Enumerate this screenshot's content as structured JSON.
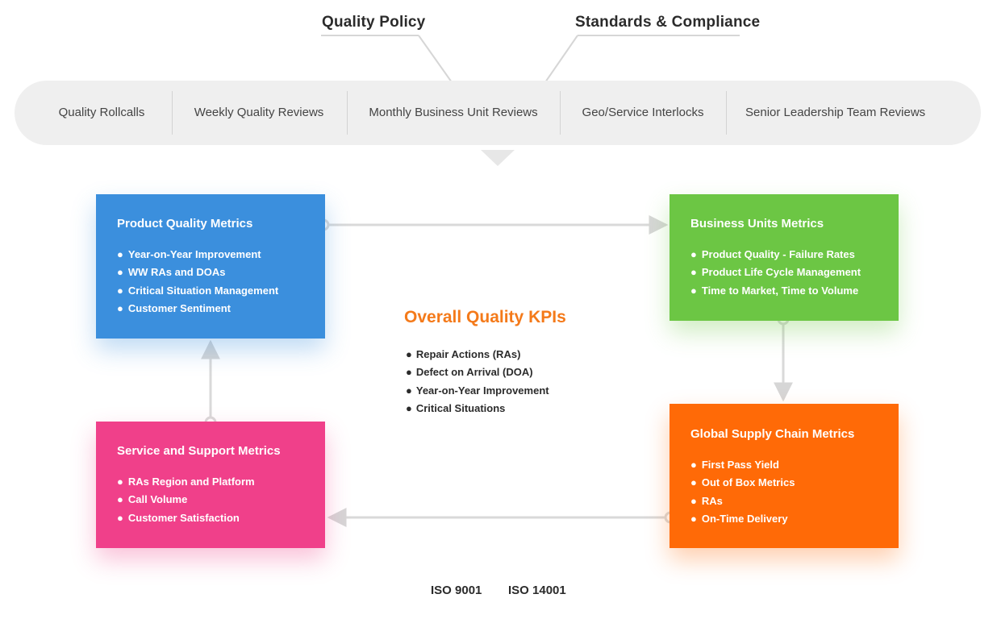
{
  "header": {
    "policy_label": "Quality Policy",
    "compliance_label": "Standards & Compliance"
  },
  "reviews": [
    "Quality Rollcalls",
    "Weekly Quality Reviews",
    "Monthly Business Unit Reviews",
    "Geo/Service Interlocks",
    "Senior Leadership Team Reviews"
  ],
  "cards": {
    "product": {
      "title": "Product Quality Metrics",
      "items": [
        "Year-on-Year Improvement",
        "WW RAs and DOAs",
        "Critical Situation Management",
        "Customer Sentiment"
      ],
      "color": "#3b8fdd"
    },
    "business": {
      "title": "Business Units Metrics",
      "items": [
        "Product Quality - Failure Rates",
        "Product Life Cycle Management",
        "Time to Market, Time to Volume"
      ],
      "color": "#6cc644"
    },
    "supply": {
      "title": "Global Supply Chain Metrics",
      "items": [
        "First Pass Yield",
        "Out of Box Metrics",
        "RAs",
        "On-Time Delivery"
      ],
      "color": "#ff6a07"
    },
    "service": {
      "title": "Service and Support Metrics",
      "items": [
        "RAs Region and Platform",
        "Call Volume",
        "Customer Satisfaction"
      ],
      "color": "#f0408a"
    }
  },
  "kpis": {
    "title": "Overall Quality KPIs",
    "items": [
      "Repair Actions (RAs)",
      "Defect on Arrival (DOA)",
      "Year-on-Year Improvement",
      "Critical Situations"
    ],
    "title_color": "#f47a1a"
  },
  "standards": {
    "iso_9001": "ISO 9001",
    "iso_14001": "ISO 14001"
  },
  "bullet": "●"
}
